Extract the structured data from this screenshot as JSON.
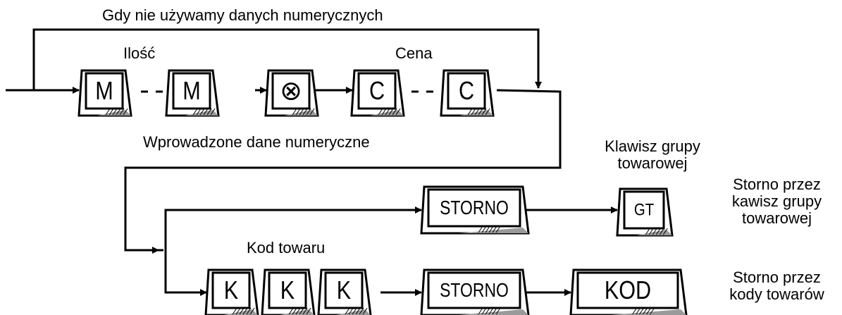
{
  "labels": {
    "skip_numeric": "Gdy nie używamy danych numerycznych",
    "quantity": "Ilość",
    "price": "Cena",
    "numeric_entered": "Wprowadzone dane numeryczne",
    "group_key_line1": "Klawisz grupy",
    "group_key_line2": "towarowej",
    "product_code": "Kod towaru",
    "storno_group_line1": "Storno przez",
    "storno_group_line2": "kawisz grupy",
    "storno_group_line3": "towarowej",
    "storno_code_line1": "Storno przez",
    "storno_code_line2": "kody towarów"
  },
  "keys": {
    "m": "M",
    "multiply": "⊗",
    "c": "C",
    "storno": "STORNO",
    "gt": "GT",
    "k": "K",
    "kod": "KOD"
  },
  "dots": "- -",
  "colors": {
    "line": "#000000",
    "key_face": "#ffffff",
    "key_shade": "#9a9a9a"
  }
}
